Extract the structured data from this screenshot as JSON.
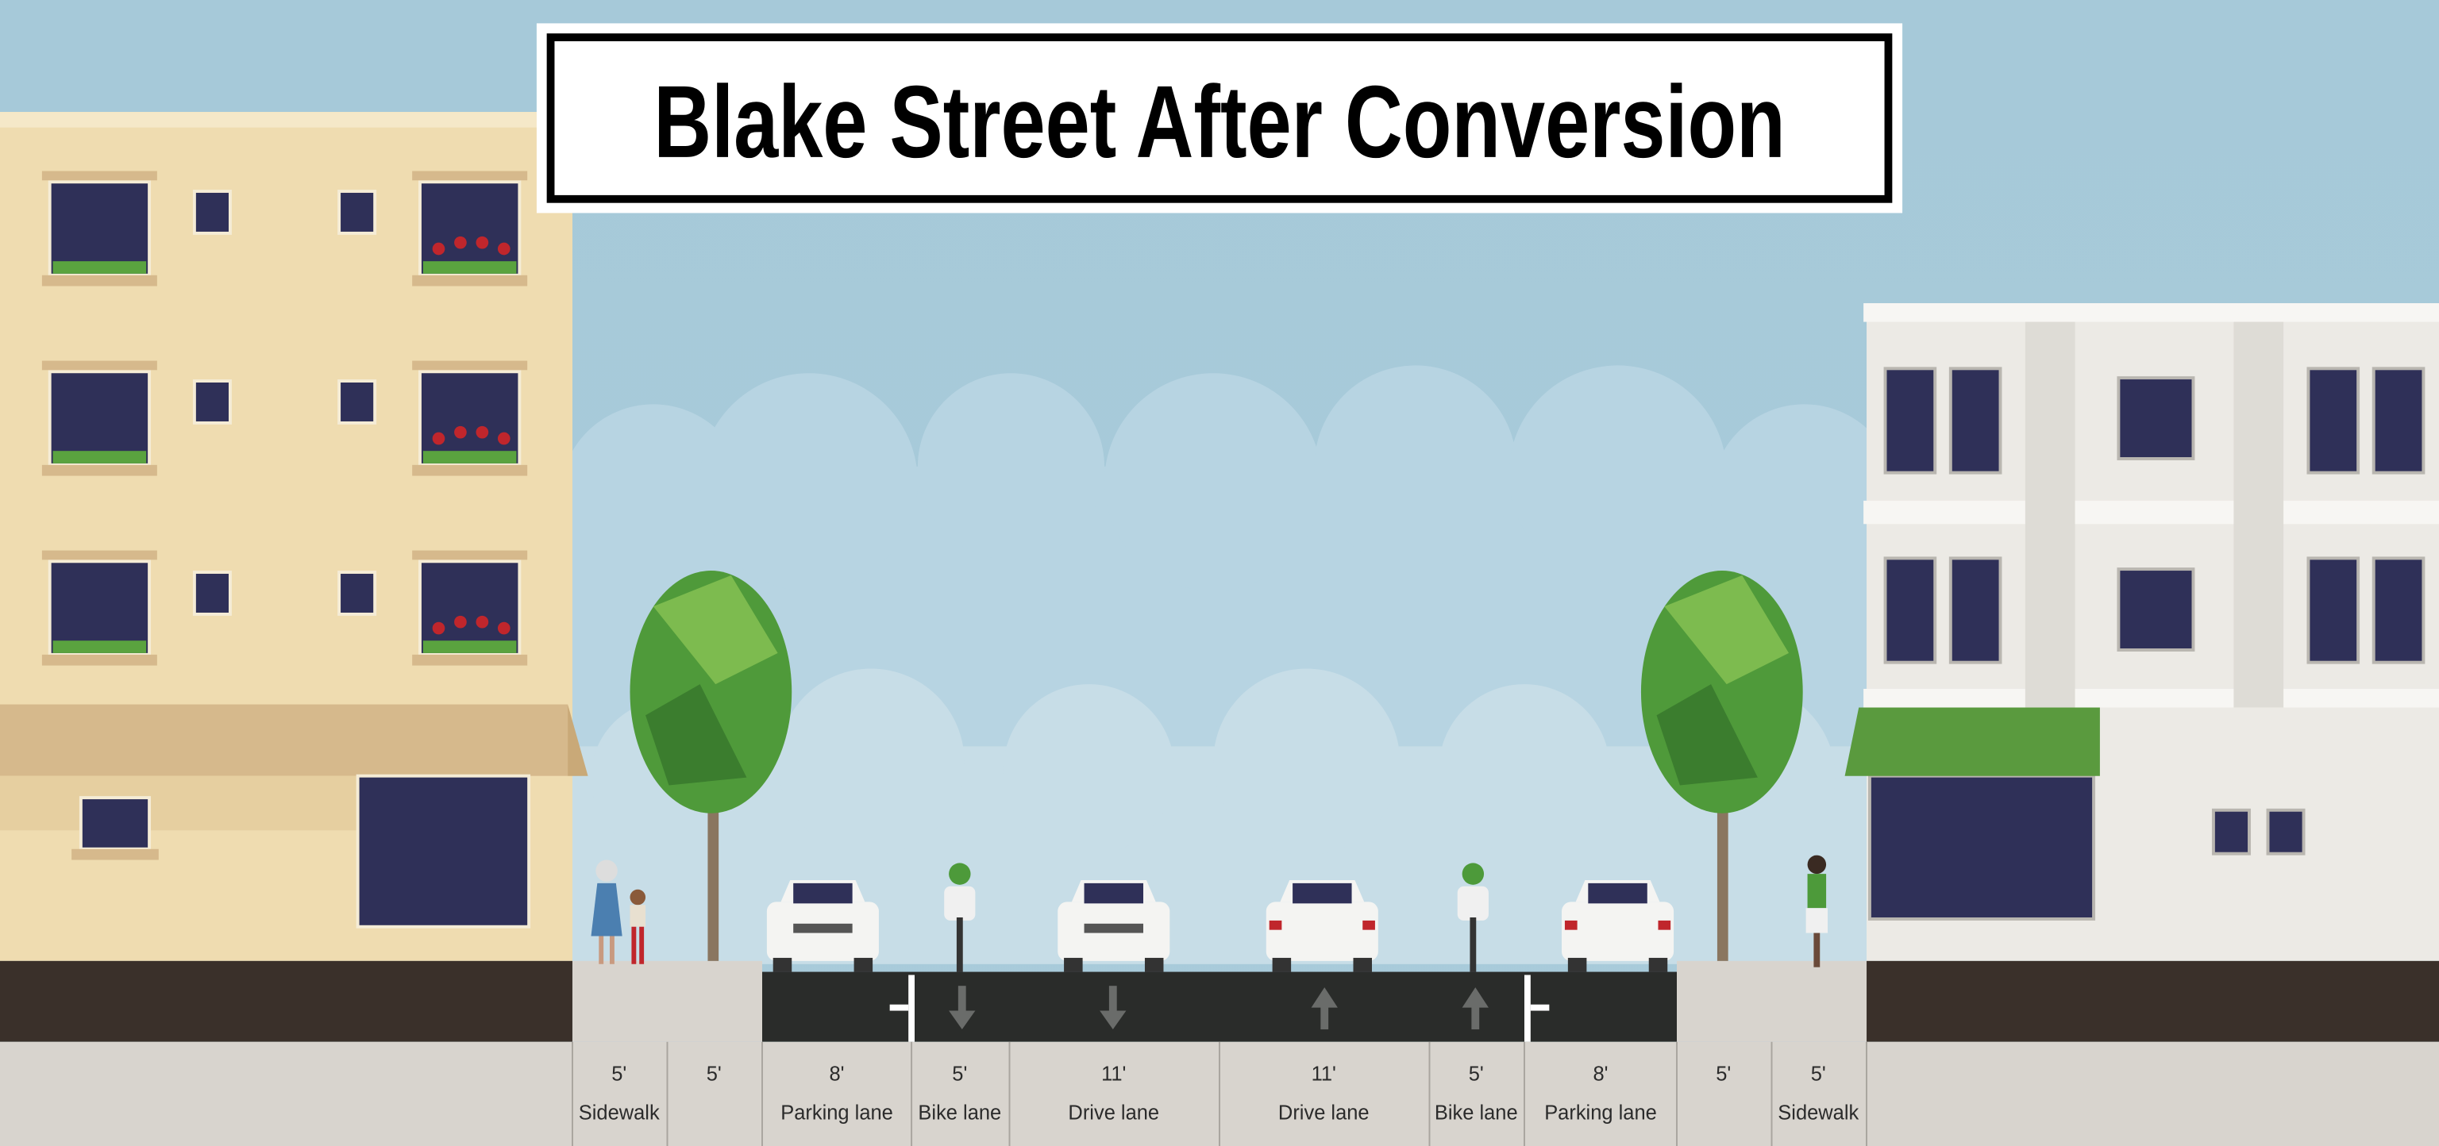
{
  "title": "Blake Street After Conversion",
  "segments": [
    {
      "width": "5'",
      "name": "Sidewalk"
    },
    {
      "width": "5'",
      "name": ""
    },
    {
      "width": "8'",
      "name": "Parking lane"
    },
    {
      "width": "5'",
      "name": "Bike lane"
    },
    {
      "width": "11'",
      "name": "Drive lane"
    },
    {
      "width": "11'",
      "name": "Drive lane"
    },
    {
      "width": "5'",
      "name": "Bike lane"
    },
    {
      "width": "8'",
      "name": "Parking lane"
    },
    {
      "width": "5'",
      "name": ""
    },
    {
      "width": "5'",
      "name": "Sidewalk"
    }
  ],
  "colors": {
    "sky": "#a9cbda",
    "road": "#2a2c2a",
    "sidewalk": "#d8d4ce",
    "left_building": "#efdcb0",
    "right_building": "#eceae5",
    "awning_green": "#5a9a3e",
    "tree": "#4f9a3a"
  }
}
